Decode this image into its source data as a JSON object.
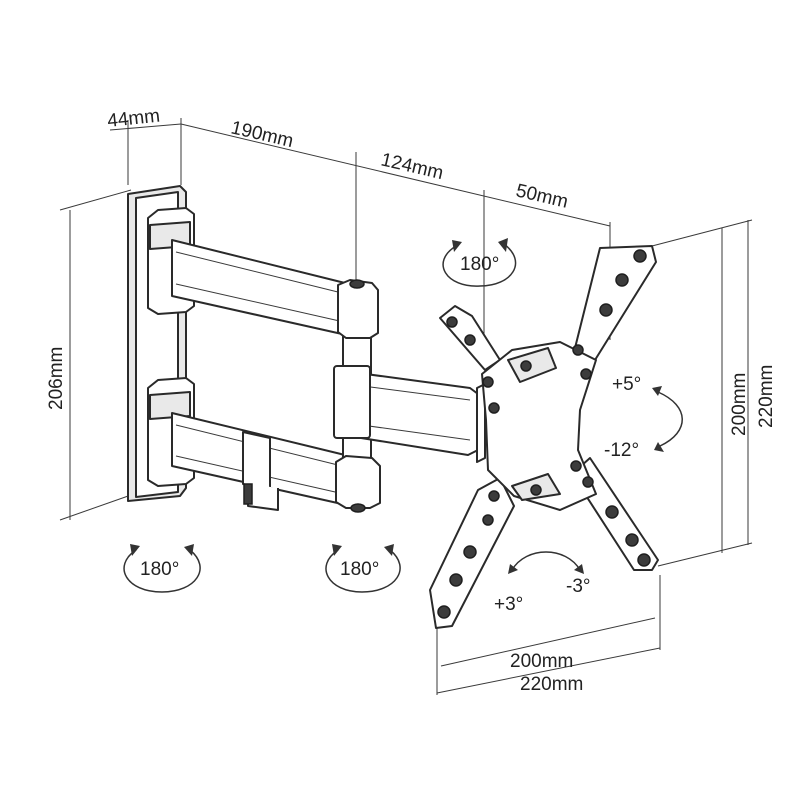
{
  "dimensions": {
    "plate_depth": "44mm",
    "arm_1": "190mm",
    "arm_2": "124mm",
    "arm_3": "50mm",
    "wall_plate_height": "206mm",
    "vesa_vertical_inner": "200mm",
    "vesa_vertical_outer": "220mm",
    "vesa_horizontal_inner": "200mm",
    "vesa_horizontal_outer": "220mm"
  },
  "rotations": {
    "swivel_head": "180°",
    "swivel_wall": "180°",
    "swivel_middle": "180°",
    "tilt_up": "+5°",
    "tilt_down": "-12°",
    "rotate_plus": "+3°",
    "rotate_minus": "-3°"
  }
}
